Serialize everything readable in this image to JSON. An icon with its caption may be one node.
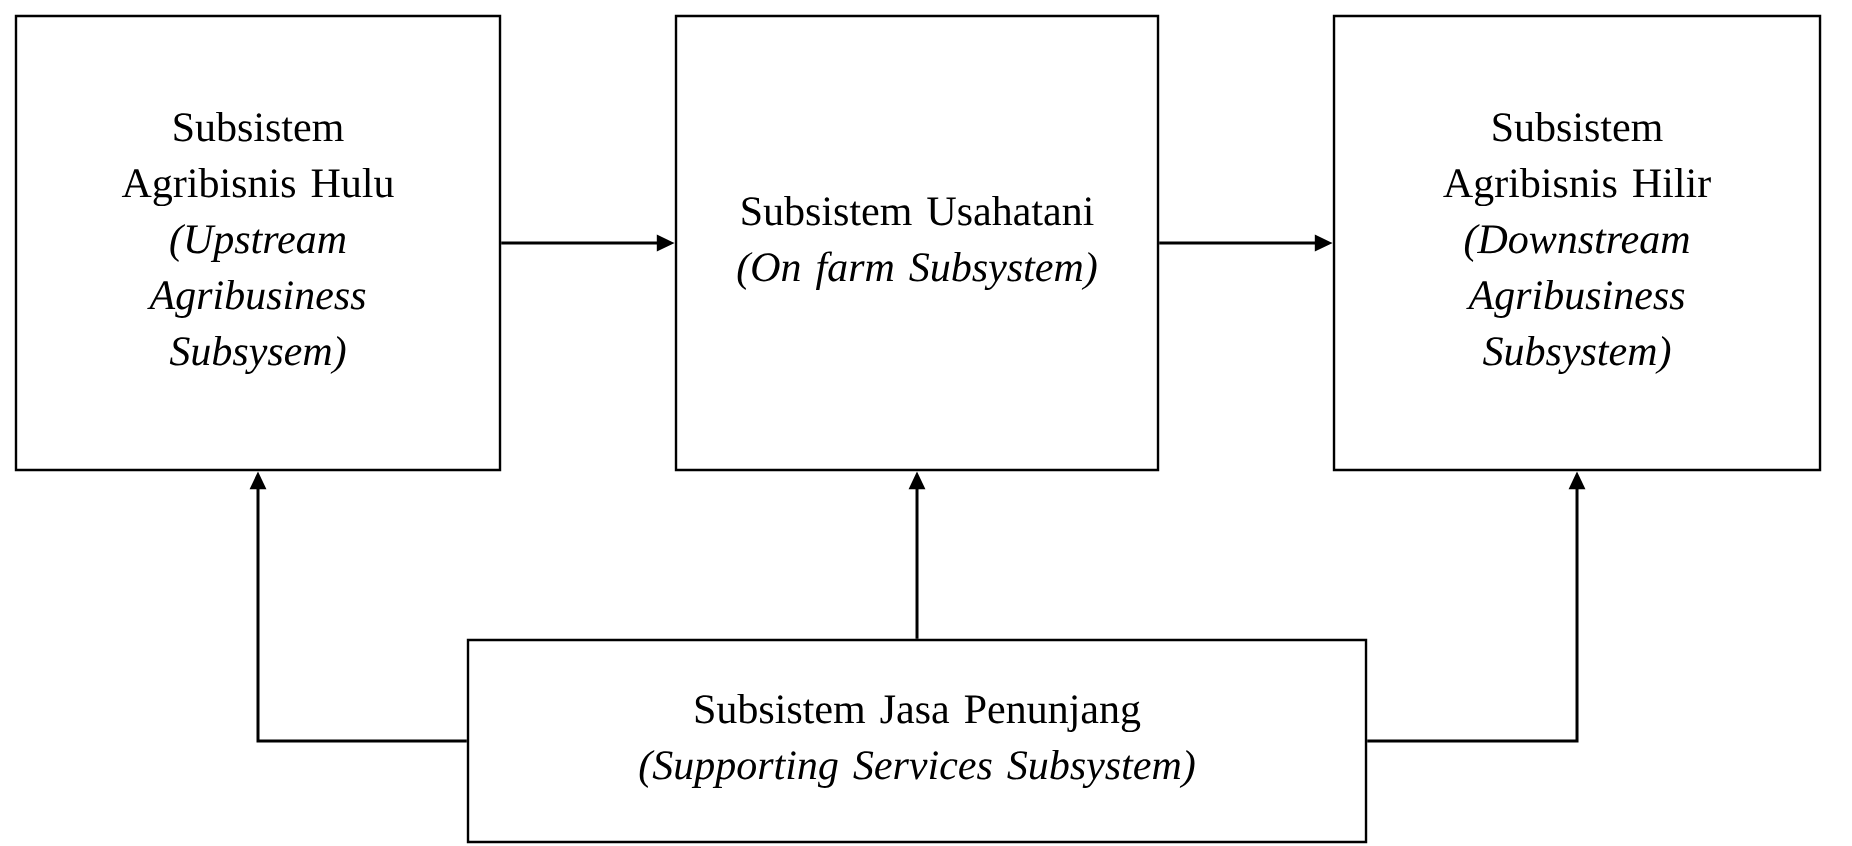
{
  "diagram": {
    "nodes": [
      {
        "text": [
          "Subsistem Agribisnis Hulu",
          "(Upstream Agribusiness Subsysem)"
        ]
      },
      {
        "text": [
          "Subsistem Usahatani",
          "(On farm Subsystem)"
        ]
      },
      {
        "text": [
          "Subsistem Agribisnis Hilir",
          "(Downstream Agribusiness Subsystem)"
        ]
      },
      {
        "text": [
          "Subsistem Jasa Penunjang",
          "(Supporting Services Subsystem)"
        ]
      }
    ],
    "edges": [
      {
        "from": 0,
        "to": 1,
        "arrow": "to"
      },
      {
        "from": 1,
        "to": 2,
        "arrow": "to"
      },
      {
        "from": 3,
        "to": 0,
        "arrow": "to"
      },
      {
        "from": 3,
        "to": 1,
        "arrow": "to"
      },
      {
        "from": 3,
        "to": 2,
        "arrow": "to"
      }
    ]
  }
}
